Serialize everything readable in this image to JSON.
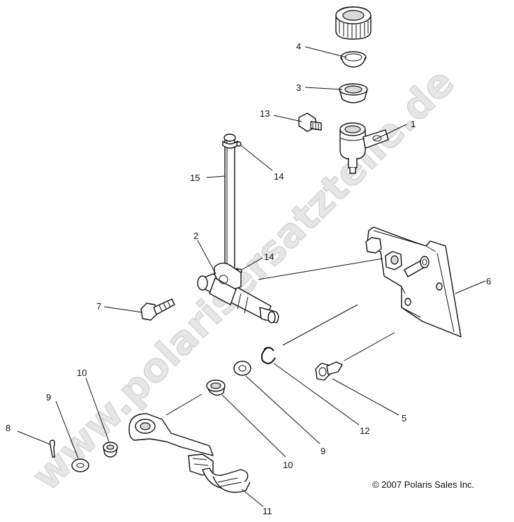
{
  "watermark": "www.polarisersatzteile.de",
  "copyright": "© 2007 Polaris Sales Inc.",
  "callouts": {
    "c1": "1",
    "c2": "2",
    "c3": "3",
    "c4": "4",
    "c5": "5",
    "c6": "6",
    "c7": "7",
    "c8": "8",
    "c9a": "9",
    "c9b": "9",
    "c10a": "10",
    "c10b": "10",
    "c11": "11",
    "c12": "12",
    "c13": "13",
    "c14a": "14",
    "c14b": "14",
    "c15": "15"
  }
}
